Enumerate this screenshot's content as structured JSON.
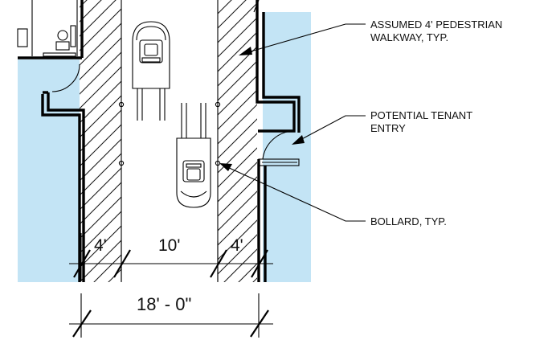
{
  "colors": {
    "tenant_zone": "#c3e4f5",
    "line": "#000000",
    "background": "#ffffff"
  },
  "notes": {
    "walkway": [
      "ASSUMED 4'  PEDESTRIAN",
      "WALKWAY, TYP."
    ],
    "tenant_entry": [
      "POTENTIAL TENANT",
      "ENTRY"
    ],
    "bollard": "BOLLARD, TYP."
  },
  "dimensions": {
    "left_walkway": "4'",
    "drive_aisle": "10'",
    "right_walkway": "4'",
    "overall": "18' - 0\""
  },
  "icons": [
    "cart-corral-icon",
    "shopping-cart-icon",
    "bollard-icon",
    "door-swing-icon"
  ]
}
